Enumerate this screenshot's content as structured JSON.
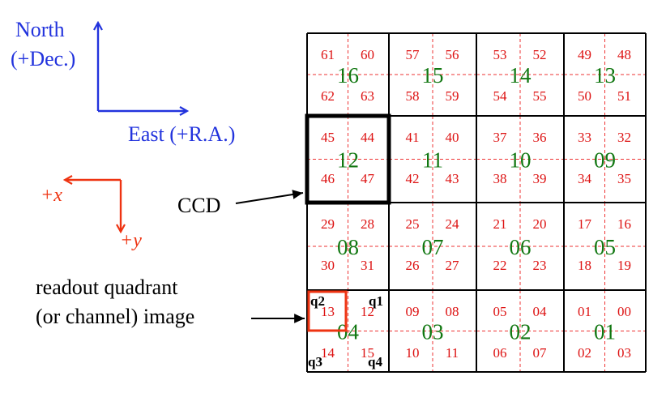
{
  "colors": {
    "compass": "#2233dd",
    "pixel_axes": "#ee3311",
    "channel_text": "#dd1111",
    "ccd_text": "#117711",
    "grid": "#000000",
    "dashed": "#ee3333",
    "highlight_box": "#ee3311",
    "label": "#000000"
  },
  "compass": {
    "north_label": "North",
    "north_sublabel": "(+Dec.)",
    "east_label": "East (+R.A.)"
  },
  "pixel_axes": {
    "x_label": "+x",
    "y_label": "+y"
  },
  "callouts": {
    "ccd_label": "CCD",
    "quadrant_line1": "readout quadrant",
    "quadrant_line2": "(or channel) image"
  },
  "quadrant_labels": {
    "q1": "q1",
    "q2": "q2",
    "q3": "q3",
    "q4": "q4"
  },
  "mosaic": {
    "rows": 4,
    "cols": 4,
    "highlighted_ccd": "12",
    "highlighted_channel": "13",
    "ccds": [
      [
        {
          "id": "16",
          "channels": [
            "61",
            "60",
            "62",
            "63"
          ]
        },
        {
          "id": "15",
          "channels": [
            "57",
            "56",
            "58",
            "59"
          ]
        },
        {
          "id": "14",
          "channels": [
            "53",
            "52",
            "54",
            "55"
          ]
        },
        {
          "id": "13",
          "channels": [
            "49",
            "48",
            "50",
            "51"
          ]
        }
      ],
      [
        {
          "id": "12",
          "channels": [
            "45",
            "44",
            "46",
            "47"
          ]
        },
        {
          "id": "11",
          "channels": [
            "41",
            "40",
            "42",
            "43"
          ]
        },
        {
          "id": "10",
          "channels": [
            "37",
            "36",
            "38",
            "39"
          ]
        },
        {
          "id": "09",
          "channels": [
            "33",
            "32",
            "34",
            "35"
          ]
        }
      ],
      [
        {
          "id": "08",
          "channels": [
            "29",
            "28",
            "30",
            "31"
          ]
        },
        {
          "id": "07",
          "channels": [
            "25",
            "24",
            "26",
            "27"
          ]
        },
        {
          "id": "06",
          "channels": [
            "21",
            "20",
            "22",
            "23"
          ]
        },
        {
          "id": "05",
          "channels": [
            "17",
            "16",
            "18",
            "19"
          ]
        }
      ],
      [
        {
          "id": "04",
          "channels": [
            "13",
            "12",
            "14",
            "15"
          ]
        },
        {
          "id": "03",
          "channels": [
            "09",
            "08",
            "10",
            "11"
          ]
        },
        {
          "id": "02",
          "channels": [
            "05",
            "04",
            "06",
            "07"
          ]
        },
        {
          "id": "01",
          "channels": [
            "01",
            "00",
            "02",
            "03"
          ]
        }
      ]
    ]
  }
}
